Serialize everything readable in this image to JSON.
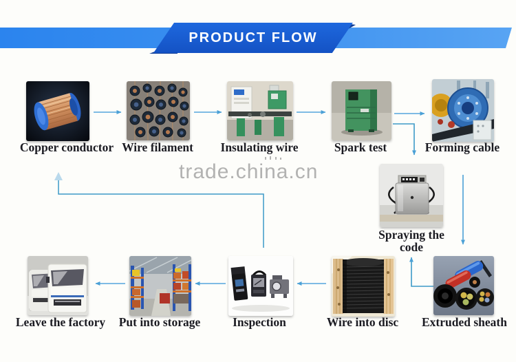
{
  "header": {
    "title": "PRODUCT FLOW"
  },
  "watermark": {
    "text": "trade.china.cn"
  },
  "nodes": {
    "copper_conductor": {
      "label": "Copper conductor"
    },
    "wire_filament": {
      "label": "Wire filament"
    },
    "insulating_wire": {
      "label": "Insulating wire"
    },
    "spark_test": {
      "label": "Spark test"
    },
    "forming_cable": {
      "label": "Forming cable"
    },
    "spraying_the_code": {
      "label": "Spraying the code"
    },
    "extruded_sheath": {
      "label": "Extruded sheath"
    },
    "wire_into_disc": {
      "label": "Wire into disc"
    },
    "inspection": {
      "label": "Inspection"
    },
    "put_into_storage": {
      "label": "Put into storage"
    },
    "leave_the_factory": {
      "label": "Leave the factory"
    }
  },
  "process_order": [
    "Copper conductor",
    "Wire filament",
    "Insulating wire",
    "Spark test",
    "Forming cable",
    "Spraying the code",
    "Extruded sheath",
    "Wire into disc",
    "Inspection",
    "Put into storage",
    "Leave the factory"
  ],
  "arrows": [
    {
      "from": "Copper conductor",
      "to": "Wire filament"
    },
    {
      "from": "Wire filament",
      "to": "Insulating wire"
    },
    {
      "from": "Insulating wire",
      "to": "Spark test"
    },
    {
      "from": "Spark test",
      "to": "Forming cable"
    },
    {
      "from": "Spark test",
      "to": "Spraying the code"
    },
    {
      "from": "Forming cable",
      "to": "Extruded sheath"
    },
    {
      "from": "Extruded sheath",
      "to": "Spraying the code"
    },
    {
      "from": "Wire into disc",
      "to": "Inspection"
    },
    {
      "from": "Inspection",
      "to": "Put into storage"
    },
    {
      "from": "Put into storage",
      "to": "Leave the factory"
    },
    {
      "from": "Inspection",
      "to": "Copper conductor"
    }
  ],
  "colors": {
    "band_blue": "#3b8ef0",
    "banner_blue": "#1a5ed6",
    "fold_navy": "#0e3c96",
    "arrow_blue": "#4aa0d6",
    "label_ink": "#1b1b22",
    "watermark_gray": "#a5a5a5"
  }
}
